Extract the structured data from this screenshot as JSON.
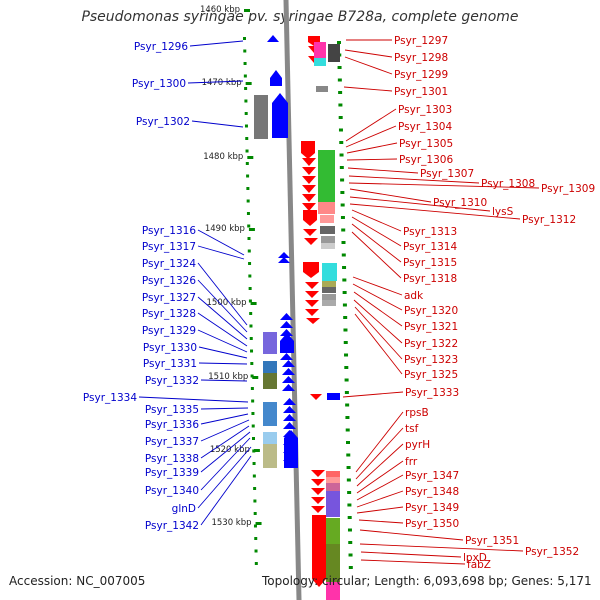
{
  "title": "Pseudomonas syringae pv. syringae B728a, complete genome",
  "accession": "Accession: NC_007005",
  "topology": "Topology: circular; Length: 6,093,698 bp; Genes: 5,171",
  "colors": {
    "left_label": "#0000cc",
    "right_label": "#cc0000",
    "forward_arrow": "#0000ff",
    "reverse_arrow": "#ff0000",
    "axis": "#888888",
    "tick": "#008800"
  },
  "scale_labels": [
    "1460 kbp",
    "1470 kbp",
    "1480 kbp",
    "1490 kbp",
    "1500 kbp",
    "1510 kbp",
    "1520 kbp",
    "1530 kbp"
  ],
  "left_labels": [
    "Psyr_1296",
    "Psyr_1300",
    "Psyr_1302",
    "Psyr_1316",
    "Psyr_1317",
    "Psyr_1324",
    "Psyr_1326",
    "Psyr_1327",
    "Psyr_1328",
    "Psyr_1329",
    "Psyr_1330",
    "Psyr_1331",
    "Psyr_1332",
    "Psyr_1334",
    "Psyr_1335",
    "Psyr_1336",
    "Psyr_1337",
    "Psyr_1338",
    "Psyr_1339",
    "Psyr_1340",
    "glnD",
    "Psyr_1342"
  ],
  "right_labels": [
    "Psyr_1297",
    "Psyr_1298",
    "Psyr_1299",
    "Psyr_1301",
    "Psyr_1303",
    "Psyr_1304",
    "Psyr_1305",
    "Psyr_1306",
    "Psyr_1307",
    "Psyr_1308",
    "Psyr_1309",
    "Psyr_1310",
    "lysS",
    "Psyr_1312",
    "Psyr_1313",
    "Psyr_1314",
    "Psyr_1315",
    "Psyr_1318",
    "adk",
    "Psyr_1320",
    "Psyr_1321",
    "Psyr_1322",
    "Psyr_1323",
    "Psyr_1325",
    "Psyr_1333",
    "rpsB",
    "tsf",
    "pyrH",
    "frr",
    "Psyr_1347",
    "Psyr_1348",
    "Psyr_1349",
    "Psyr_1350",
    "Psyr_1351",
    "Psyr_1352",
    "lpxD",
    "fabZ"
  ]
}
